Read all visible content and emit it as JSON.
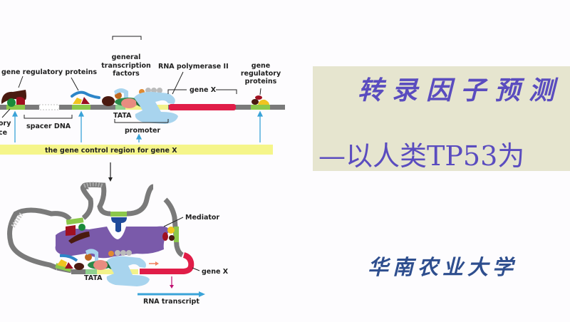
{
  "slide": {
    "title_line1": "转录因子预测",
    "title_line2": "—以人类TP53为",
    "university": "华南农业大学"
  },
  "diagram_top": {
    "labels": {
      "gene_regulatory_proteins_left": "gene regulatory proteins",
      "regulatory_sequence_partial_1": "ory",
      "regulatory_sequence_partial_2": "ce",
      "spacer_dna": "spacer DNA",
      "general_tf_1": "general",
      "general_tf_2": "transcription",
      "general_tf_3": "factors",
      "rna_pol": "RNA polymerase II",
      "gene_x": "gene X",
      "tata": "TATA",
      "promoter": "promoter",
      "gene_reg_right_1": "gene",
      "gene_reg_right_2": "regulatory",
      "gene_reg_right_3": "proteins",
      "control_region": "the gene control region for gene X"
    }
  },
  "diagram_bottom": {
    "labels": {
      "mediator": "Mediator",
      "gene_x": "gene X",
      "tata": "TATA",
      "rna_transcript": "RNA transcript"
    }
  },
  "colors": {
    "dna": "#7a7a7a",
    "regulatory_site": "#8cc84b",
    "gene_x": "#e01d48",
    "control_bar": "#f5f58a",
    "polymerase": "#a8d4ee",
    "mediator": "#7a5aaa",
    "arrow_blue": "#3aa3d8",
    "title_box": "#e6e5cf",
    "title_text": "#5a4cbf",
    "university_text": "#2e4e8e"
  }
}
